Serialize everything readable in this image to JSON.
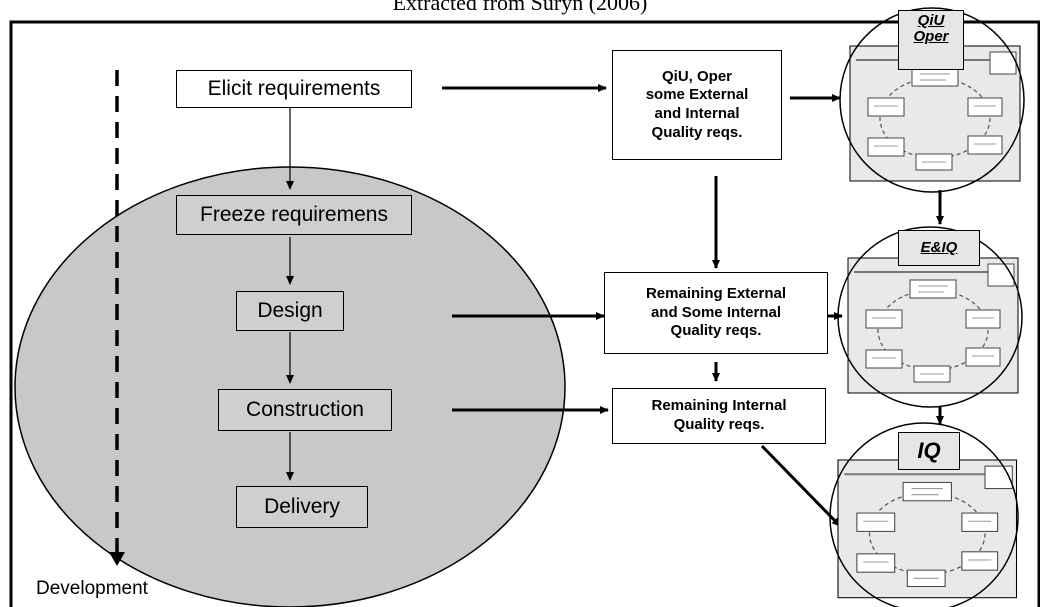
{
  "header": {
    "source_caption": "Extracted from Suryn (2006)"
  },
  "process": {
    "elicit": "Elicit requirements",
    "freeze": "Freeze requiremens",
    "design": "Design",
    "construction": "Construction",
    "delivery": "Delivery"
  },
  "requirements": {
    "r1": "QiU, Oper\nsome External\nand Internal\nQuality reqs.",
    "r2": "Remaining External\nand Some Internal\nQuality reqs.",
    "r3": "Remaining Internal\nQuality reqs."
  },
  "quality_cycles": [
    {
      "label": "QiU\nOper"
    },
    {
      "label": "E&IQ"
    },
    {
      "label": "IQ"
    }
  ],
  "footer": {
    "axis_label": "Development"
  }
}
